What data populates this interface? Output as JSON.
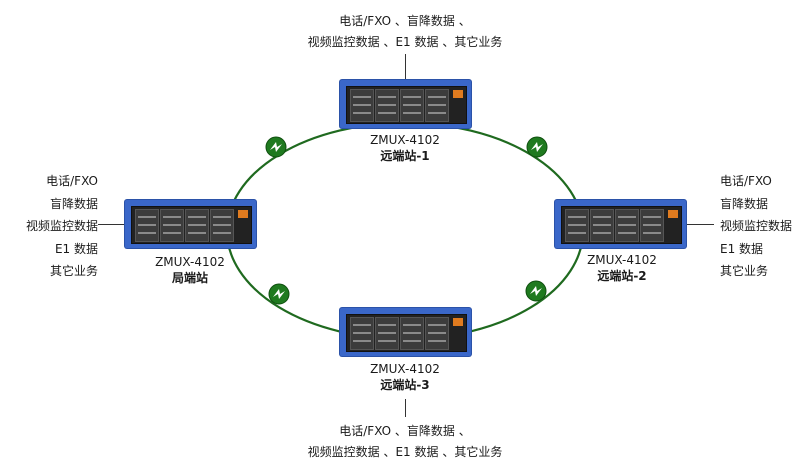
{
  "stations": {
    "top": {
      "model": "ZMUX-4102",
      "name": "远端站-1"
    },
    "right": {
      "model": "ZMUX-4102",
      "name": "远端站-2"
    },
    "bottom": {
      "model": "ZMUX-4102",
      "name": "远端站-3"
    },
    "left": {
      "model": "ZMUX-4102",
      "name": "局端站"
    }
  },
  "services": {
    "top": {
      "line1": "电话/FXO 、盲降数据 、",
      "line2": "视频监控数据 、E1 数据 、其它业务"
    },
    "bottom": {
      "line1": "电话/FXO 、盲降数据 、",
      "line2": "视频监控数据 、E1 数据 、其它业务"
    },
    "left": [
      "电话/FXO",
      "盲降数据",
      "视频监控数据",
      "E1 数据",
      "其它业务"
    ],
    "right": [
      "电话/FXO",
      "盲降数据",
      "视频监控数据",
      "E1 数据",
      "其它业务"
    ]
  },
  "colors": {
    "ring": "#1f6a1f",
    "device": "#3a67c9",
    "connector": "#1f7a1f"
  },
  "icons": {
    "connector": "fiber-connector-icon"
  }
}
